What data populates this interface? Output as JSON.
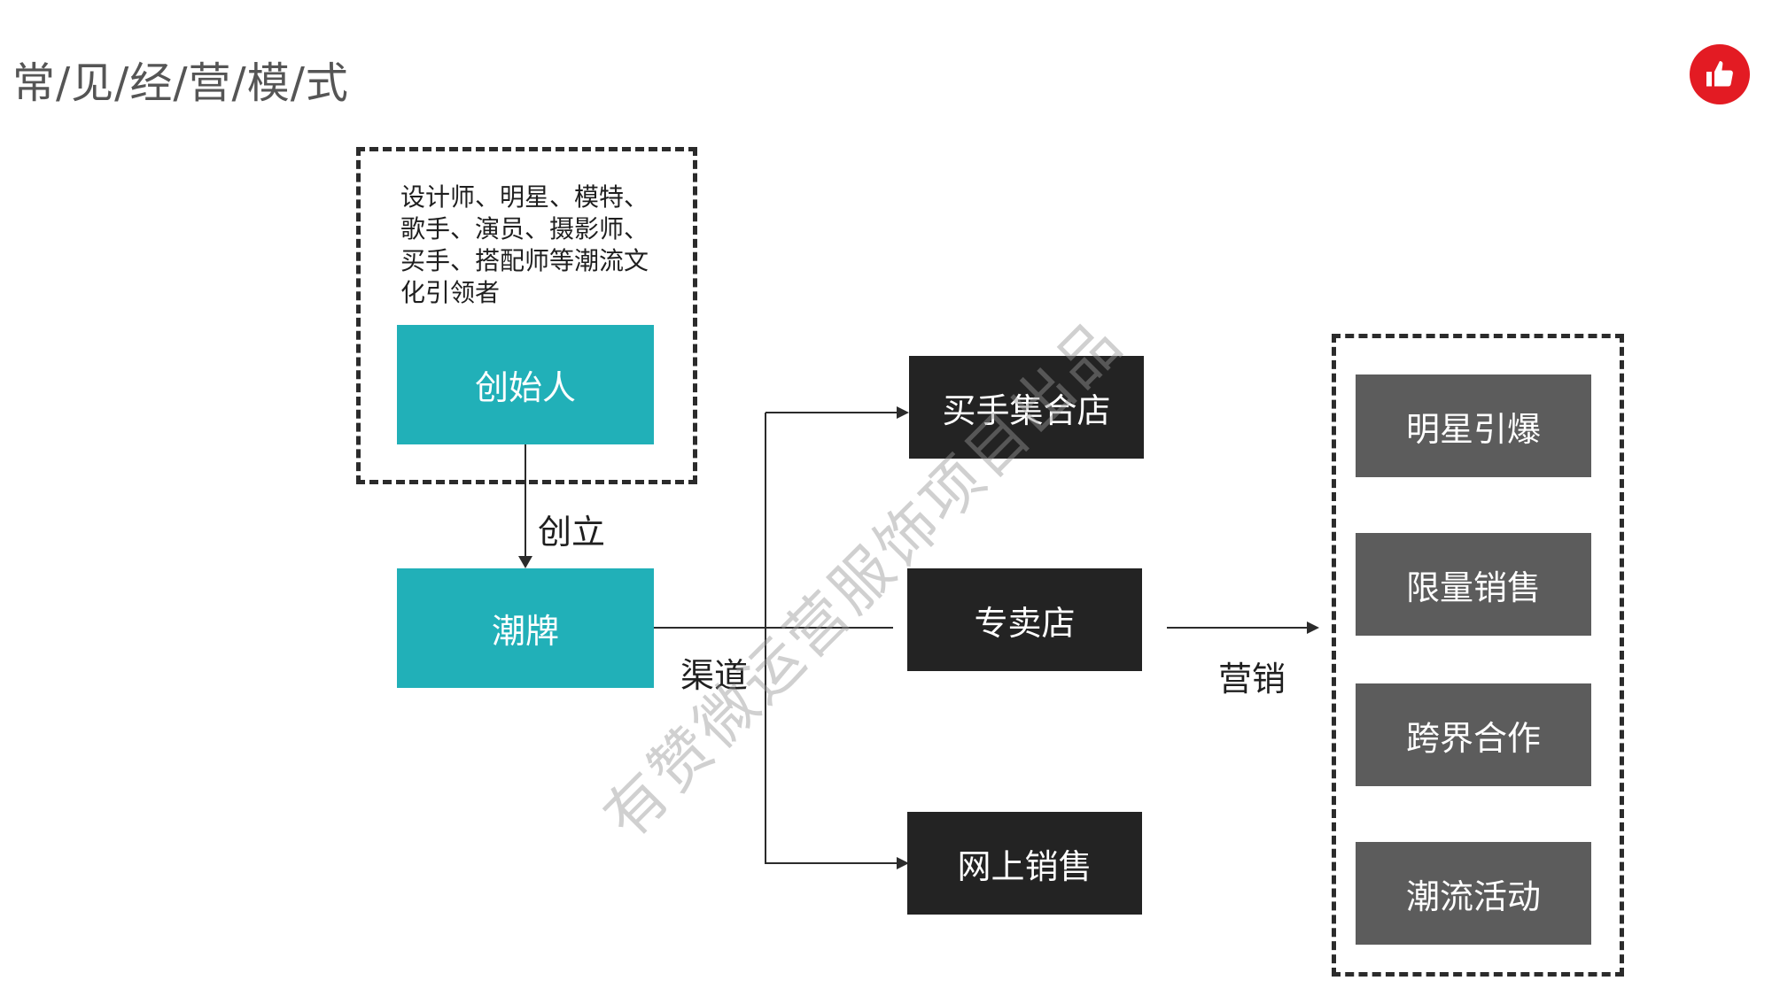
{
  "title": "常/见/经/营/模/式",
  "founder_desc": "设计师、明星、模特、歌手、演员、摄影师、买手、搭配师等潮流文化引领者",
  "founder": "创始人",
  "create_label": "创立",
  "brand": "潮牌",
  "channel_label": "渠道",
  "channels": [
    "买手集合店",
    "专卖店",
    "网上销售"
  ],
  "marketing_label": "营销",
  "marketing": [
    "明星引爆",
    "限量销售",
    "跨界合作",
    "潮流活动"
  ],
  "watermark": "有赞微运营服饰项目出品",
  "colors": {
    "teal": "#21b0b8",
    "black_box": "#232323",
    "grey_box": "#5c5c5c",
    "like_badge": "#e31b23"
  },
  "icons": {
    "like": "thumbs-up-icon"
  }
}
